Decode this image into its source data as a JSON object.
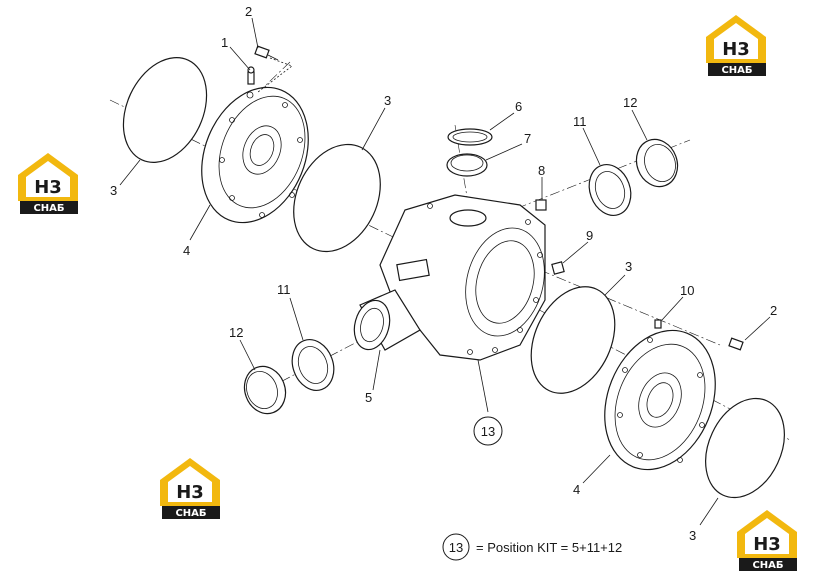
{
  "logo": {
    "letters": "H3",
    "subtitle": "СНАБ",
    "accent_color": "#f2b80f",
    "instances": 4
  },
  "callouts": [
    {
      "id": "c1",
      "text": "1"
    },
    {
      "id": "c2a",
      "text": "2"
    },
    {
      "id": "c3a",
      "text": "3"
    },
    {
      "id": "c4a",
      "text": "4"
    },
    {
      "id": "c3b",
      "text": "3"
    },
    {
      "id": "c6",
      "text": "6"
    },
    {
      "id": "c7",
      "text": "7"
    },
    {
      "id": "c8",
      "text": "8"
    },
    {
      "id": "c11a",
      "text": "11"
    },
    {
      "id": "c12a",
      "text": "12"
    },
    {
      "id": "c9",
      "text": "9"
    },
    {
      "id": "c3c",
      "text": "3"
    },
    {
      "id": "c10",
      "text": "10"
    },
    {
      "id": "c2b",
      "text": "2"
    },
    {
      "id": "c11b",
      "text": "11"
    },
    {
      "id": "c12b",
      "text": "12"
    },
    {
      "id": "c5",
      "text": "5"
    },
    {
      "id": "c13",
      "text": "13"
    },
    {
      "id": "c4b",
      "text": "4"
    },
    {
      "id": "c3d",
      "text": "3"
    }
  ],
  "legend": {
    "circled_number": "13",
    "text": "= Position KIT = 5+11+12"
  }
}
